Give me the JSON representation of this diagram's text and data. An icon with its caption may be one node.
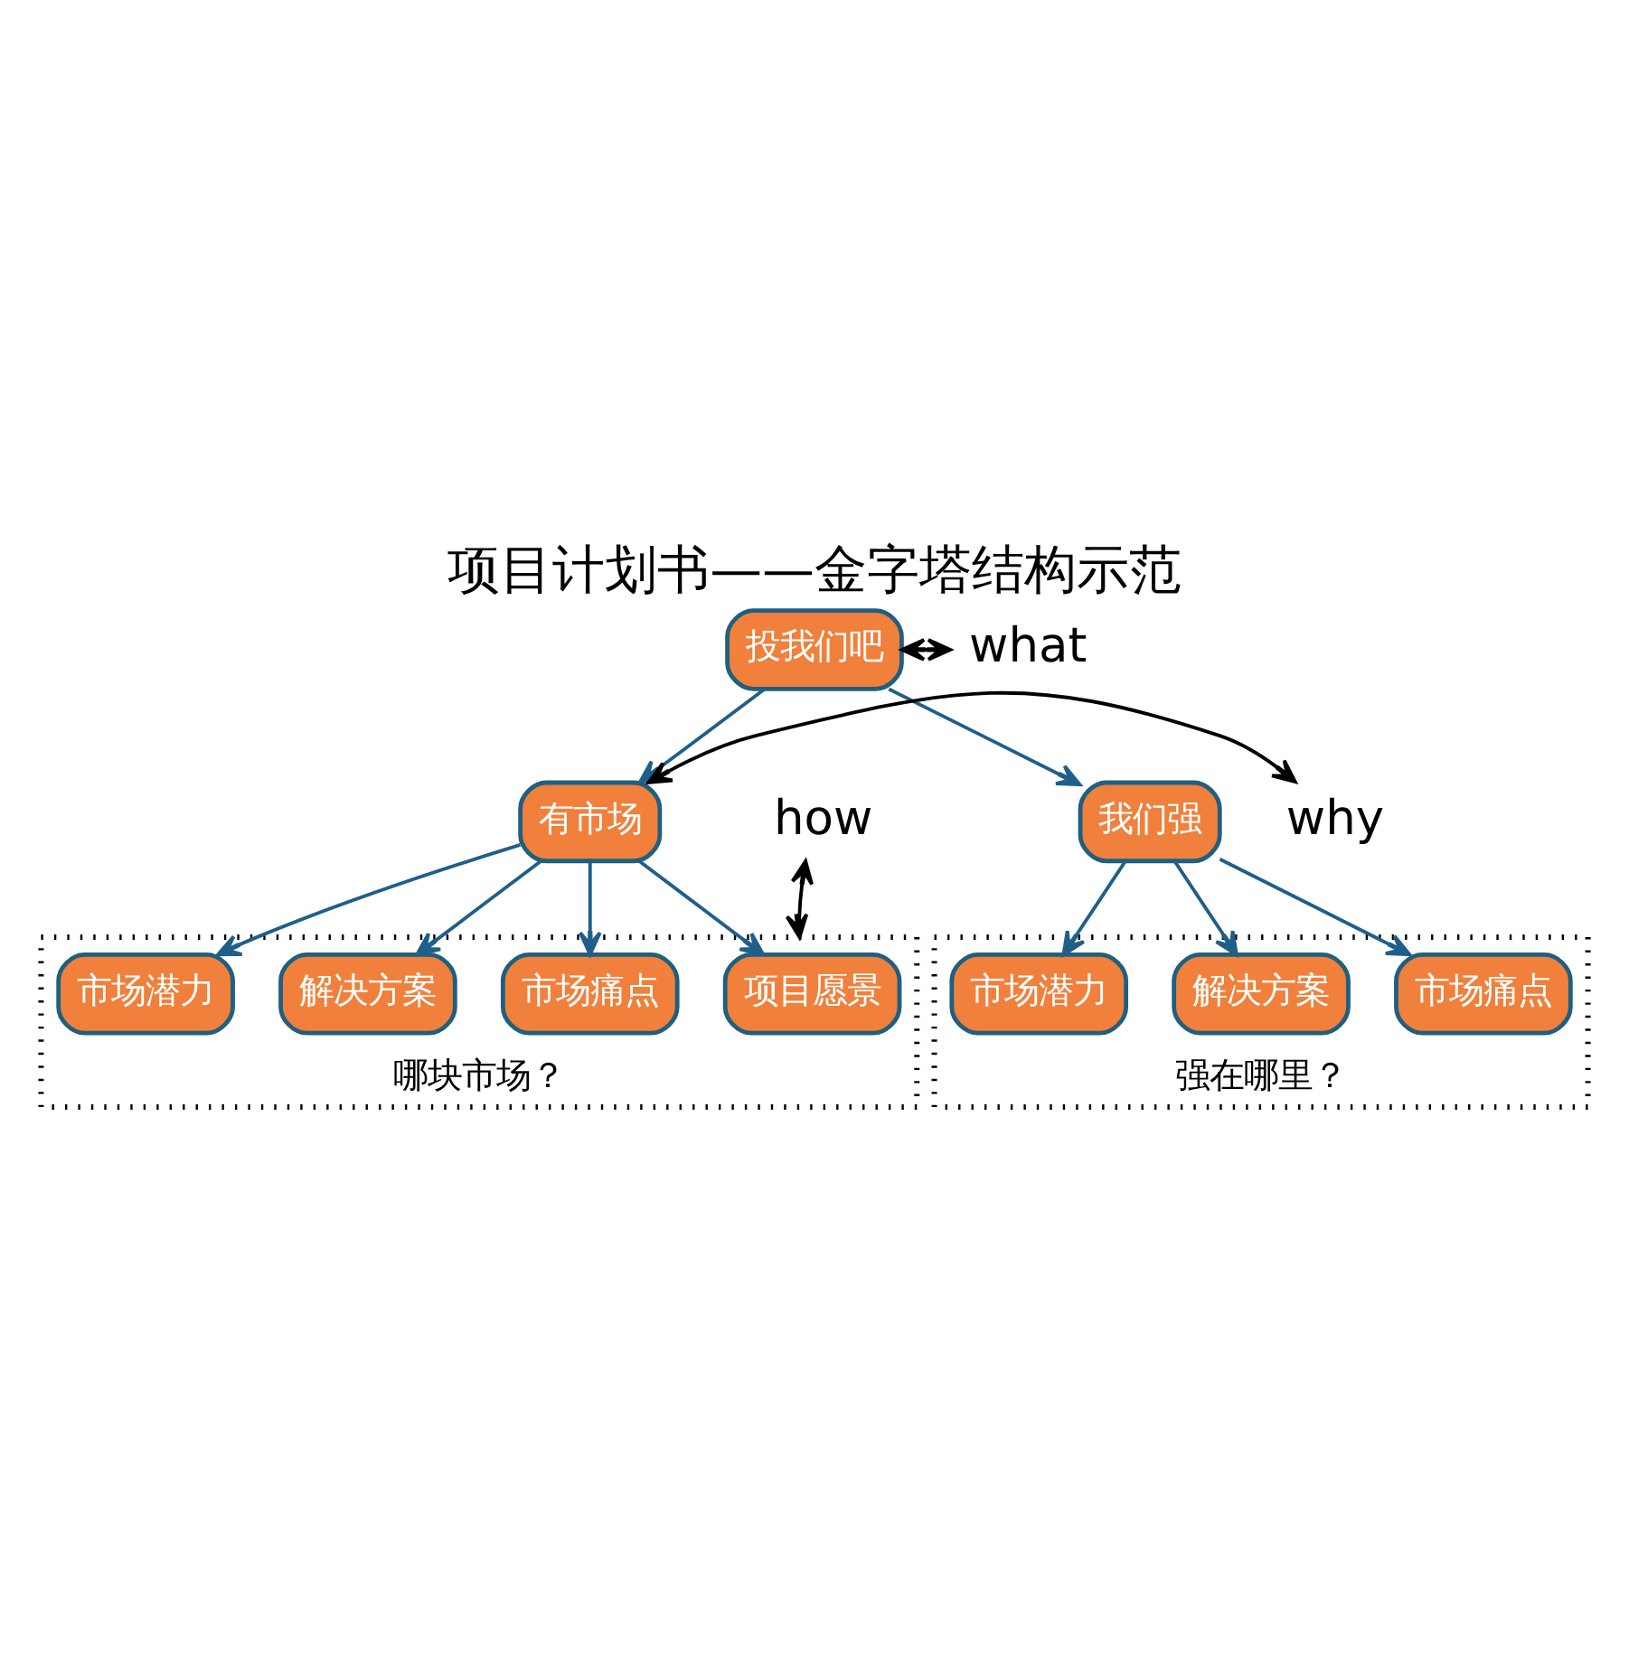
{
  "diagram": {
    "title": "项目计划书——金字塔结构示范",
    "nodes": [
      {
        "text": [
          "投我们吧"
        ]
      },
      {
        "text": [
          "有市场"
        ]
      },
      {
        "text": [
          "我们强"
        ]
      },
      {
        "text": [
          "哪块市场？"
        ]
      },
      {
        "text": [
          "项目愿景"
        ],
        "in": 3
      },
      {
        "text": [
          "市场痛点"
        ],
        "in": 3
      },
      {
        "text": [
          "解决方案"
        ],
        "in": 3
      },
      {
        "text": [
          "市场潜力"
        ],
        "in": 3
      },
      {
        "text": [
          "强在哪里？"
        ]
      },
      {
        "text": [
          "市场痛点"
        ],
        "in": 8
      },
      {
        "text": [
          "解决方案"
        ],
        "in": 8
      },
      {
        "text": [
          "市场潜力"
        ],
        "in": 8
      },
      {
        "text": [
          "what"
        ]
      },
      {
        "text": [
          "why"
        ]
      },
      {
        "text": [
          "how"
        ]
      }
    ],
    "edges": [
      {
        "from": 0,
        "to": 1,
        "arrow": "to"
      },
      {
        "from": 0,
        "to": 2,
        "arrow": "to"
      },
      {
        "from": 1,
        "to": 4,
        "arrow": "to"
      },
      {
        "from": 1,
        "to": 5,
        "arrow": "to"
      },
      {
        "from": 1,
        "to": 6,
        "arrow": "to"
      },
      {
        "from": 1,
        "to": 7,
        "arrow": "to"
      },
      {
        "from": 2,
        "to": 9,
        "arrow": "to"
      },
      {
        "from": 2,
        "to": 10,
        "arrow": "to"
      },
      {
        "from": 2,
        "to": 11,
        "arrow": "to"
      },
      {
        "from": 0,
        "to": 12,
        "arrow": "both",
        "color": "#000000"
      },
      {
        "from": 1,
        "to": 13,
        "arrow": "both",
        "color": "#000000"
      },
      {
        "from": 3,
        "to": 14,
        "arrow": "both",
        "color": "#000000"
      }
    ]
  }
}
